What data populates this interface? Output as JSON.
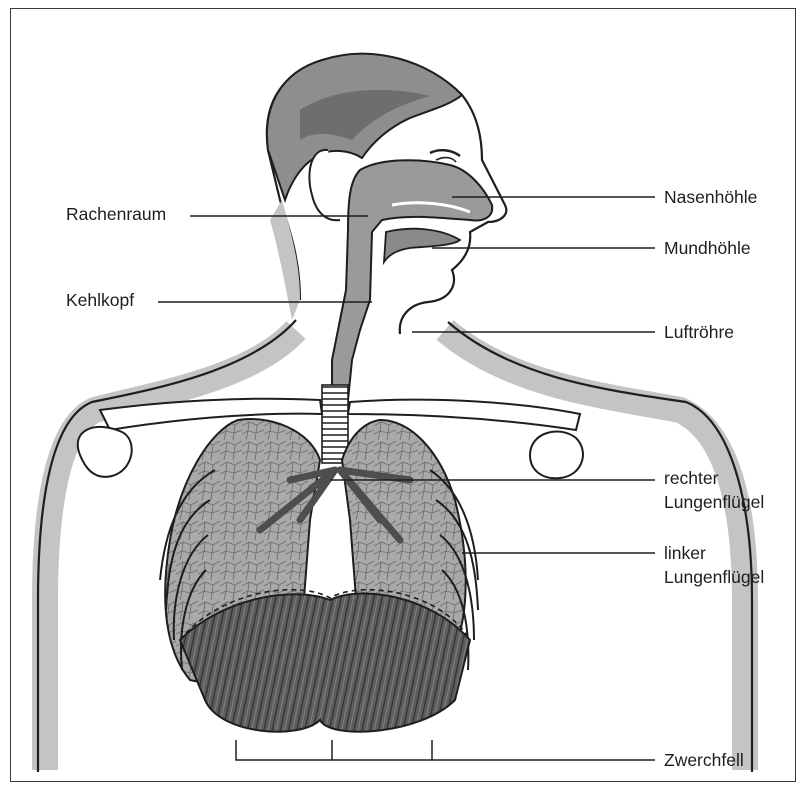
{
  "labels": {
    "rachenraum": "Rachenraum",
    "kehlkopf": "Kehlkopf",
    "nasenhoehle": "Nasenhöhle",
    "mundhoehle": "Mundhöhle",
    "luftroehre": "Luftröhre",
    "rechter_line1": "rechter",
    "rechter_line2": "Lungenflügel",
    "linker_line1": "linker",
    "linker_line2": "Lungenflügel",
    "zwerchfell": "Zwerchfell"
  },
  "colors": {
    "outline": "#1e1e1e",
    "skin_shadow": "#c4c4c4",
    "hair_light": "#9a9a9a",
    "hair_dark": "#6e6e6e",
    "airway": "#8f8f8f",
    "lung": "#a6a6a6",
    "diaphragm": "#6a6a6a",
    "bone": "#ffffff"
  }
}
